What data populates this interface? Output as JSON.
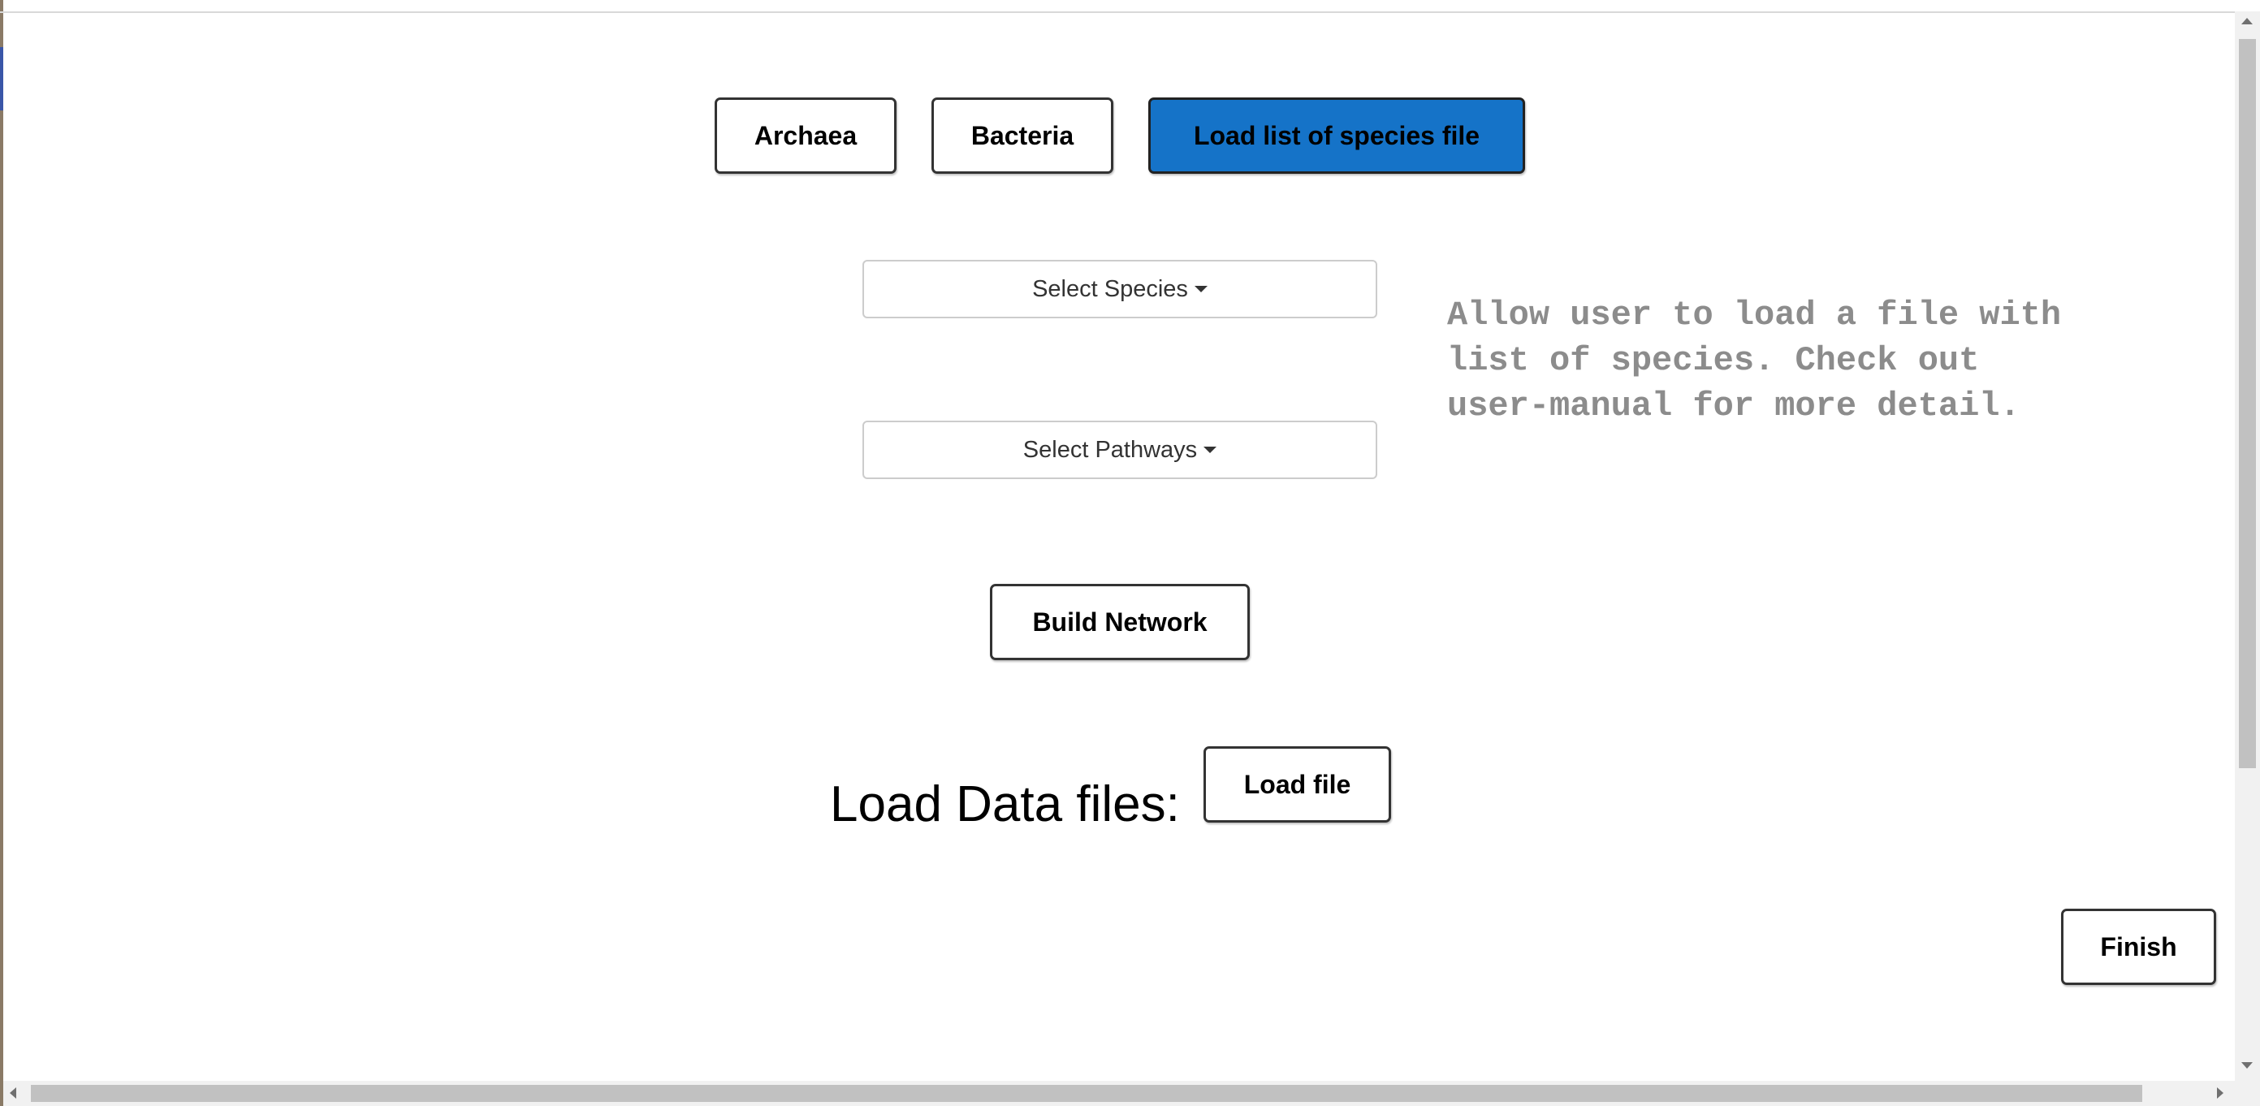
{
  "tabs": {
    "archaea_label": "Archaea",
    "bacteria_label": "Bacteria",
    "load_species_label": "Load list of species file"
  },
  "selectors": {
    "species_label": "Select Species",
    "pathways_label": "Select Pathways"
  },
  "help": {
    "text": "Allow user to load a file with\nlist of species. Check out\nuser-manual for more detail."
  },
  "actions": {
    "build_network_label": "Build Network",
    "load_data_files_label": "Load Data files:",
    "load_file_label": "Load file",
    "finish_label": "Finish"
  },
  "colors": {
    "primary_button": "#1573c8",
    "help_text": "#8c8c8c"
  },
  "icons": {
    "dropdown_caret": "caret-down-icon"
  }
}
